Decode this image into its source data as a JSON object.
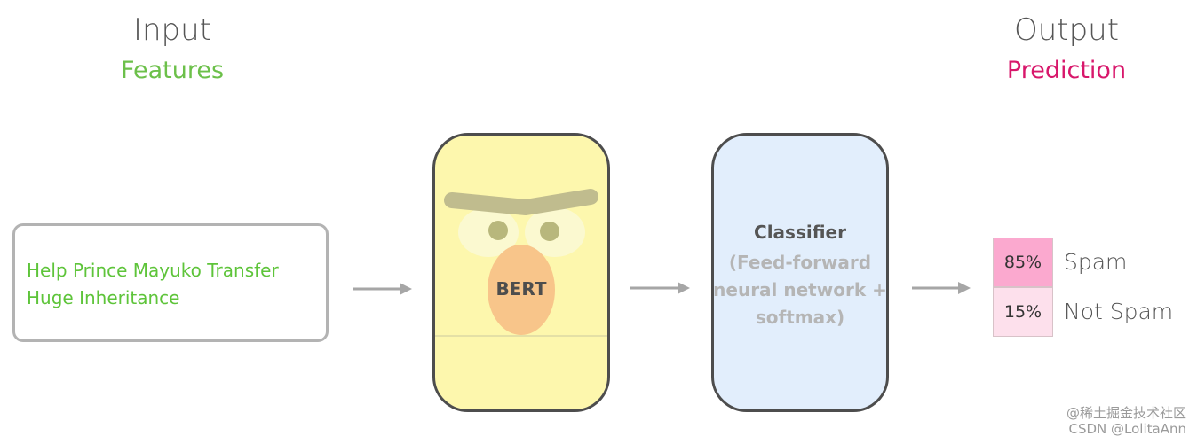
{
  "input": {
    "heading": "Input",
    "subheading": "Features",
    "text_line1": "Help Prince Mayuko Transfer",
    "text_line2": "Huge Inheritance"
  },
  "bert": {
    "label": "BERT"
  },
  "classifier": {
    "title": "Classifier",
    "sub_line1": "(Feed-forward",
    "sub_line2": "neural network +",
    "sub_line3": "softmax)"
  },
  "output": {
    "heading": "Output",
    "subheading": "Prediction",
    "predictions": [
      {
        "percent": "85%",
        "label": "Spam",
        "value": 0.85,
        "color": "#fba9cf"
      },
      {
        "percent": "15%",
        "label": "Not Spam",
        "value": 0.15,
        "color": "#fde0ec"
      }
    ]
  },
  "colors": {
    "features_green": "#6cc04a",
    "prediction_pink": "#d8176b",
    "arrow_gray": "#a6a6a6"
  },
  "watermark": {
    "line1": "@稀土掘金技术社区",
    "line2": "CSDN @LolitaAnn"
  }
}
